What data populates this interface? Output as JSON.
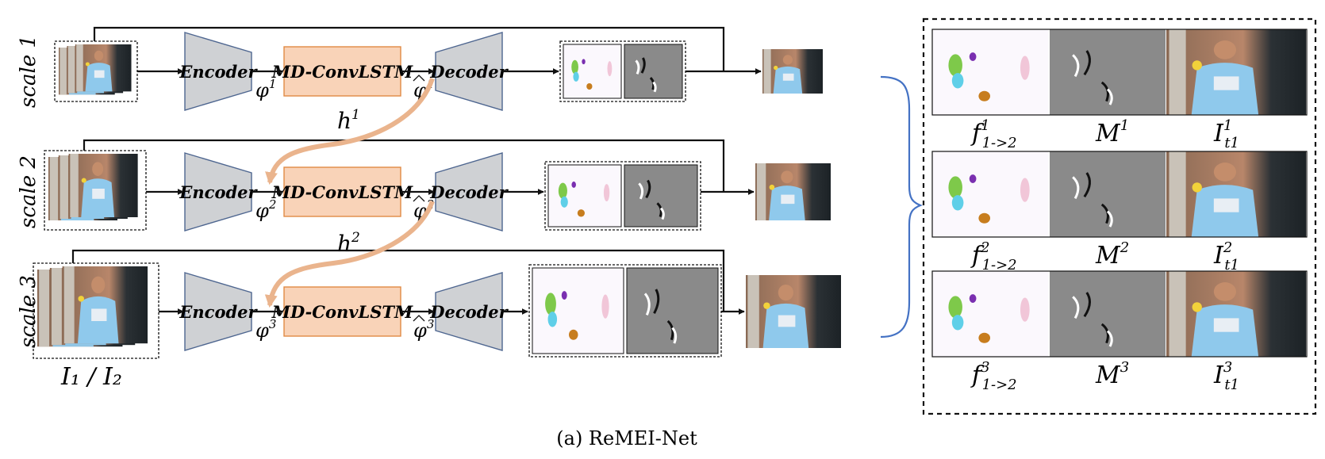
{
  "colors": {
    "encoder_fill": "#cfd1d4",
    "encoder_stroke": "#4e6690",
    "lstm_fill": "#f9d3b8",
    "lstm_stroke": "#e08a45",
    "hidden_arrow": "#eab48d",
    "brace": "#4472c4",
    "line": "#111111"
  },
  "rows": [
    {
      "scale_label": "scale 1",
      "encoder_label": "Encoder",
      "lstm_label": "MD-ConvLSTM",
      "decoder_label": "Decoder",
      "phi_sup": "1",
      "phi_hat_sup": "1"
    },
    {
      "scale_label": "scale 2",
      "encoder_label": "Encoder",
      "lstm_label": "MD-ConvLSTM",
      "decoder_label": "Decoder",
      "phi_sup": "2",
      "phi_hat_sup": "2"
    },
    {
      "scale_label": "scale 3",
      "encoder_label": "Encoder",
      "lstm_label": "MD-ConvLSTM",
      "decoder_label": "Decoder",
      "phi_sup": "3",
      "phi_hat_sup": "3"
    }
  ],
  "phi_symbol": "φ",
  "hidden_states": [
    {
      "base": "h",
      "sup": "1"
    },
    {
      "base": "h",
      "sup": "2"
    }
  ],
  "input_caption": "I₁ / I₂",
  "detail_panel": {
    "rows": [
      {
        "flow": {
          "base": "f",
          "sup": "1",
          "sub": "1->2"
        },
        "mask": {
          "base": "M",
          "sup": "1"
        },
        "frame": {
          "base": "I",
          "sup": "1",
          "sub": "t1"
        }
      },
      {
        "flow": {
          "base": "f",
          "sup": "2",
          "sub": "1->2"
        },
        "mask": {
          "base": "M",
          "sup": "2"
        },
        "frame": {
          "base": "I",
          "sup": "2",
          "sub": "t1"
        }
      },
      {
        "flow": {
          "base": "f",
          "sup": "3",
          "sub": "1->2"
        },
        "mask": {
          "base": "M",
          "sup": "3"
        },
        "frame": {
          "base": "I",
          "sup": "3",
          "sub": "t1"
        }
      }
    ]
  },
  "caption": "(a) ReMEI-Net"
}
